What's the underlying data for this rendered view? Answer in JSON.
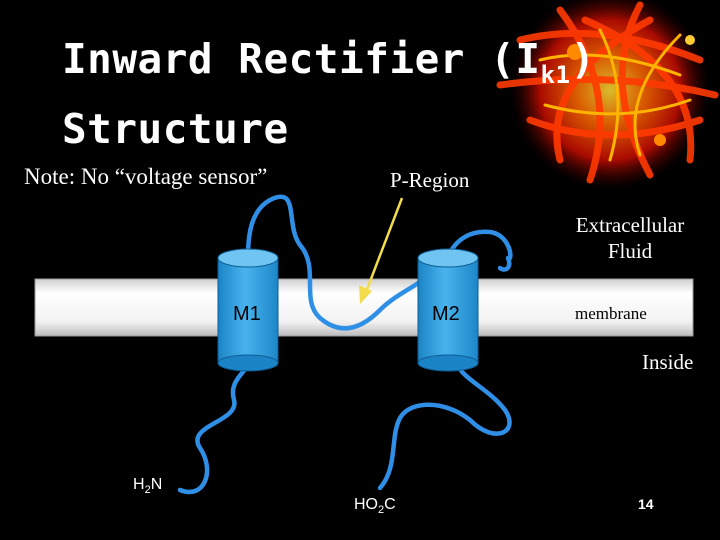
{
  "slide": {
    "title_main": "Inward Rectifier (I",
    "title_sub": "k1",
    "title_close": ")",
    "title_line2": "Structure",
    "note": "Note: No “voltage sensor”",
    "page_number": "14"
  },
  "diagram": {
    "p_region_label": "P-Region",
    "extracellular_line1": "Extracellular",
    "extracellular_line2": "Fluid",
    "inside_label": "Inside",
    "membrane_label": "membrane",
    "segment_1": "M1",
    "segment_2": "M2",
    "n_terminus_prefix": "H",
    "n_terminus_sub": "2",
    "n_terminus_suffix": "N",
    "c_terminus_prefix": "HO",
    "c_terminus_sub": "2",
    "c_terminus_suffix": "C",
    "colors": {
      "background": "#000000",
      "helix": "#2e9fe0",
      "helix_top": "#6fc4f2",
      "chain": "#2f8fe6",
      "arrow": "#f2dc4a",
      "membrane": "#e6e6e6"
    }
  },
  "decoration": {
    "image": "fiery-orb-graphic"
  }
}
